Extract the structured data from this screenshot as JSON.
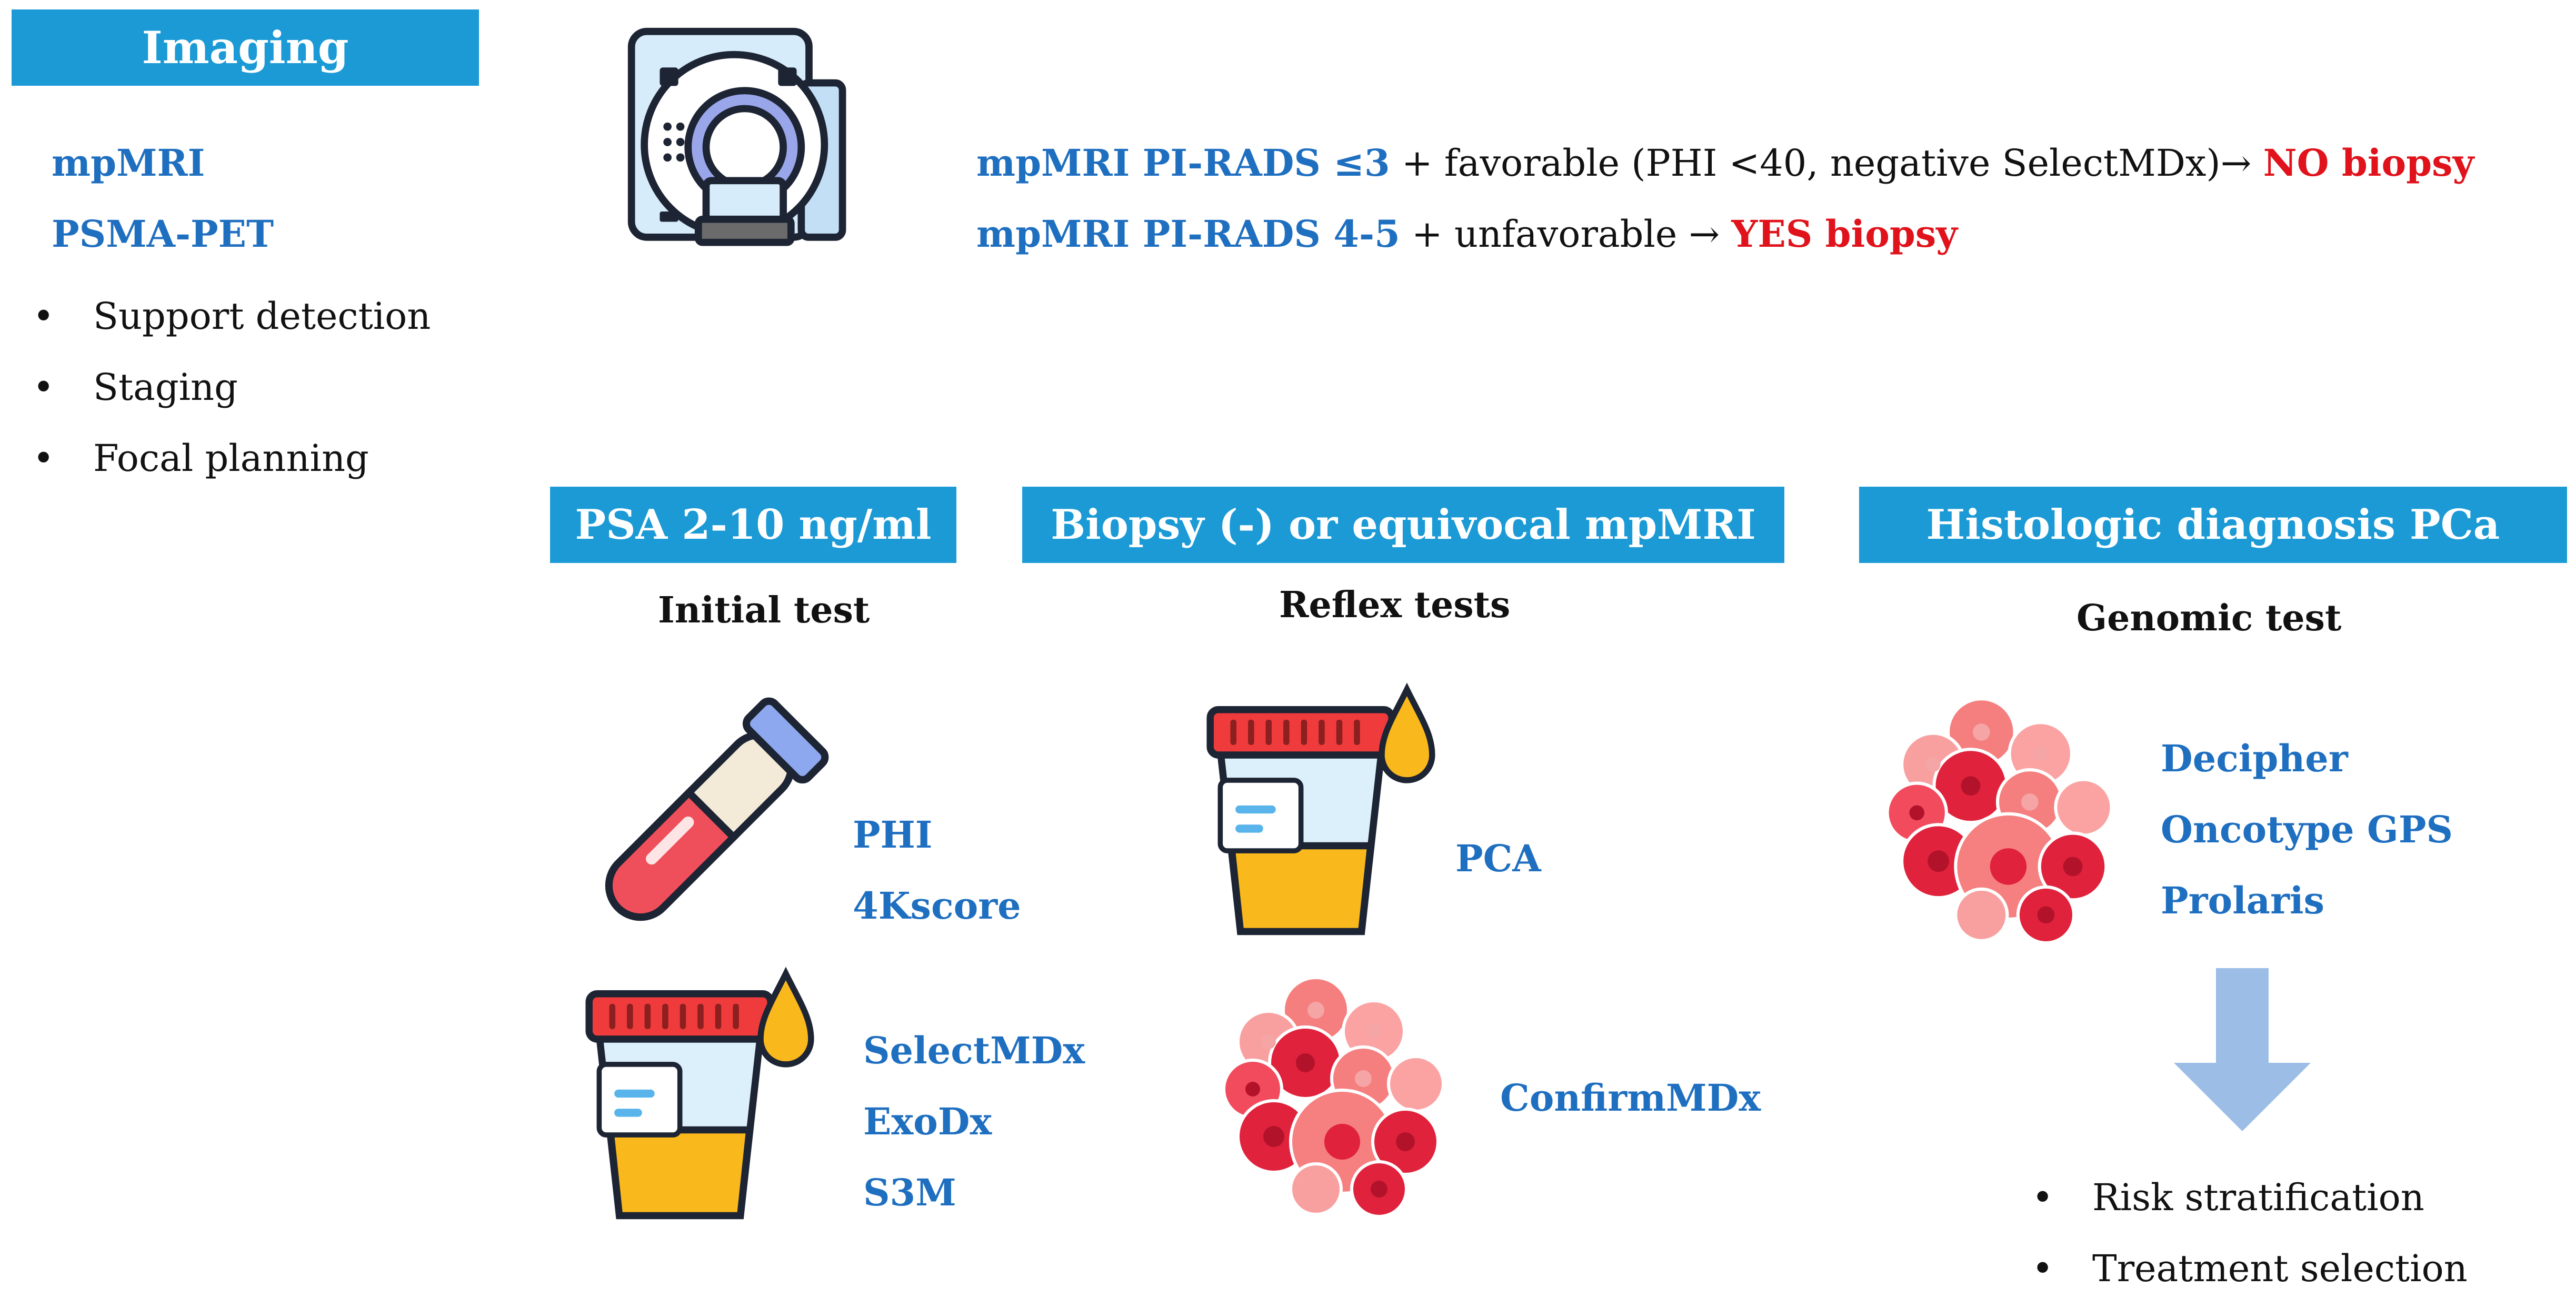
{
  "imaging": {
    "title": "Imaging",
    "modalities": [
      "mpMRI",
      "PSMA-PET"
    ],
    "uses": [
      "Support detection",
      "Staging",
      "Focal planning"
    ]
  },
  "rules": [
    {
      "lead": "mpMRI PI-RADS ≤3",
      "middle": " + favorable (PHI <40, negative SelectMDx)→ ",
      "outcome": "NO biopsy"
    },
    {
      "lead": "mpMRI PI-RADS 4-5",
      "middle": " + unfavorable → ",
      "outcome": "YES biopsy"
    }
  ],
  "psa": {
    "title": "PSA 2-10 ng/ml",
    "subtitle": "Initial test",
    "blood_tests": [
      "PHI",
      "4Kscore"
    ],
    "urine_tests": [
      "SelectMDx",
      "ExoDx",
      "S3M"
    ]
  },
  "reflex": {
    "title": "Biopsy (-) or equivocal mpMRI",
    "subtitle": "Reflex tests",
    "urine_test": "PCA",
    "tissue_test": "ConfirmMDx"
  },
  "histologic": {
    "title": "Histologic diagnosis PCa",
    "subtitle": "Genomic test",
    "tests": [
      "Decipher",
      "Oncotype GPS",
      "Prolaris"
    ],
    "outcomes": [
      "Risk stratification",
      "Treatment selection"
    ]
  },
  "colors": {
    "banner": "#1b9ad6",
    "test_label": "#1f6fc0",
    "negative_outcome": "#e0121b",
    "arrow": "#9bbde6"
  },
  "icons": [
    "mri-scanner-icon",
    "blood-tube-icon",
    "urine-cup-icon",
    "cell-cluster-icon",
    "down-arrow-icon"
  ]
}
